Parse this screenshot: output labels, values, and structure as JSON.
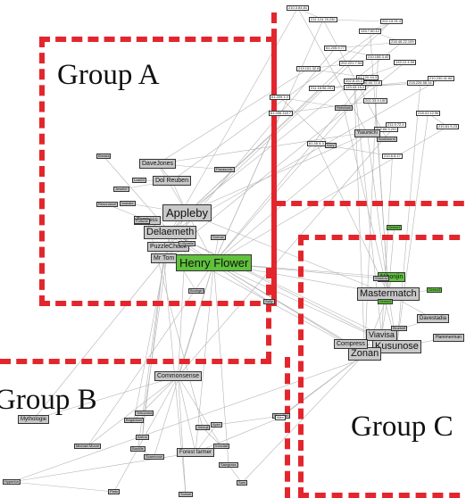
{
  "groups": [
    {
      "label": "Group A"
    },
    {
      "label": "Group B"
    },
    {
      "label": "Group C"
    }
  ],
  "nodes": [
    {
      "id": "appleby",
      "label": "Appleby",
      "style": "gray",
      "size": 7
    },
    {
      "id": "delaemeth",
      "label": "Delaemeth",
      "style": "gray",
      "size": 6
    },
    {
      "id": "henry",
      "label": "Henry Flower",
      "style": "green",
      "size": 7
    },
    {
      "id": "puzzle",
      "label": "PuzzleChuck",
      "style": "gray",
      "size": 4
    },
    {
      "id": "mtom",
      "label": "Mr Tom",
      "style": "gray",
      "size": 4
    },
    {
      "id": "dolreuben",
      "label": "Dol Reuben",
      "style": "gray",
      "size": 4
    },
    {
      "id": "davejones",
      "label": "DaveJones",
      "style": "gray",
      "size": 4
    },
    {
      "id": "tomkess",
      "label": "Tomkess",
      "style": "gray",
      "size": 3
    },
    {
      "id": "mastermatch",
      "label": "Mastermatch",
      "style": "gray",
      "size": 6
    },
    {
      "id": "kusunose",
      "label": "Kusunose",
      "style": "gray",
      "size": 6
    },
    {
      "id": "zonan",
      "label": "Zonan",
      "style": "gray",
      "size": 6
    },
    {
      "id": "viavisa",
      "label": "Viavisa",
      "style": "gray",
      "size": 5
    },
    {
      "id": "compress",
      "label": "Compress",
      "style": "gray",
      "size": 4
    },
    {
      "id": "nihonjin",
      "label": "Nihonjin",
      "style": "green",
      "size": 4
    },
    {
      "id": "davestadia",
      "label": "Davestadia",
      "style": "gray",
      "size": 3
    },
    {
      "id": "hammerman",
      "label": "Hammerman",
      "style": "gray",
      "size": 2
    },
    {
      "id": "commonsense",
      "label": "Commonsense",
      "style": "gray",
      "size": 4
    },
    {
      "id": "mythologie",
      "label": "Mythologie",
      "style": "gray",
      "size": 3
    },
    {
      "id": "forestfarmer",
      "label": "Forest farmer",
      "style": "gray",
      "size": 3
    },
    {
      "id": "n_a1",
      "label": "Breaks",
      "style": "gray",
      "size": 1
    },
    {
      "id": "n_a2",
      "label": "Lost24",
      "style": "gray",
      "size": 1
    },
    {
      "id": "n_a3",
      "label": "Resonance",
      "style": "gray",
      "size": 1
    },
    {
      "id": "n_a4",
      "label": "Panasonic",
      "style": "gray",
      "size": 1
    },
    {
      "id": "n_a5",
      "label": "Jeweler",
      "style": "gray",
      "size": 1
    },
    {
      "id": "n_a6",
      "label": "Iwatake",
      "style": "gray",
      "size": 1
    },
    {
      "id": "n_a7",
      "label": "Fortune",
      "style": "gray",
      "size": 1
    },
    {
      "id": "n_a8",
      "label": "Lillyvelle",
      "style": "gray",
      "size": 1
    },
    {
      "id": "n_a9",
      "label": "Sorrow",
      "style": "gray",
      "size": 1
    },
    {
      "id": "n_a10",
      "label": "Bookgirl",
      "style": "gray",
      "size": 1
    },
    {
      "id": "n_a11",
      "label": "Sally",
      "style": "gray",
      "size": 1
    },
    {
      "id": "n_b1",
      "label": "Brigadoon",
      "style": "gray",
      "size": 1
    },
    {
      "id": "n_b2",
      "label": "Michael Moore",
      "style": "gray",
      "size": 1
    },
    {
      "id": "n_b3",
      "label": "Yokozuna",
      "style": "gray",
      "size": 1
    },
    {
      "id": "n_b4",
      "label": "Arena",
      "style": "gray",
      "size": 1
    },
    {
      "id": "n_b5",
      "label": "Bastille",
      "style": "gray",
      "size": 1
    },
    {
      "id": "n_b6",
      "label": "Scarecrow",
      "style": "gray",
      "size": 1
    },
    {
      "id": "n_b7",
      "label": "Jiniouji",
      "style": "gray",
      "size": 1
    },
    {
      "id": "n_b8",
      "label": "Ironclad",
      "style": "gray",
      "size": 1
    },
    {
      "id": "n_b9",
      "label": "Sawgrass",
      "style": "gray",
      "size": 1
    },
    {
      "id": "n_b10",
      "label": "Sam",
      "style": "gray",
      "size": 1
    },
    {
      "id": "n_b11",
      "label": "Plato",
      "style": "gray",
      "size": 1
    },
    {
      "id": "n_b12",
      "label": "Hyperion",
      "style": "gray",
      "size": 1
    },
    {
      "id": "n_b13",
      "label": "Guardian",
      "style": "gray",
      "size": 1
    },
    {
      "id": "n_b14",
      "label": "Apex",
      "style": "gray",
      "size": 1
    },
    {
      "id": "n_c1",
      "label": "Green1",
      "style": "green",
      "size": 1
    },
    {
      "id": "n_c2",
      "label": "Shadow",
      "style": "gray",
      "size": 1
    },
    {
      "id": "n_c3",
      "label": "Green2",
      "style": "green",
      "size": 1
    },
    {
      "id": "n_c4",
      "label": "Green3",
      "style": "green",
      "size": 1
    },
    {
      "id": "n_c5",
      "label": "Bluebell",
      "style": "gray",
      "size": 1
    },
    {
      "id": "n_t1",
      "label": "210.3.84.81",
      "style": "white",
      "size": 1
    },
    {
      "id": "n_t2",
      "label": "211.124.78.230",
      "style": "white",
      "size": 1
    },
    {
      "id": "n_t3",
      "label": "202.19.91.4",
      "style": "white",
      "size": 1
    },
    {
      "id": "n_t4",
      "label": "133.7.60.12",
      "style": "white",
      "size": 1
    },
    {
      "id": "n_t5",
      "label": "218.45.22.109",
      "style": "white",
      "size": 1
    },
    {
      "id": "n_t6",
      "label": "61.205.9.77",
      "style": "white",
      "size": 1
    },
    {
      "id": "n_t7",
      "label": "210.155.3.40",
      "style": "white",
      "size": 1
    },
    {
      "id": "n_t8",
      "label": "202.221.7.54",
      "style": "white",
      "size": 1
    },
    {
      "id": "n_t9",
      "label": "219.101.32.8",
      "style": "white",
      "size": 1
    },
    {
      "id": "n_t10",
      "label": "61.120.44.3",
      "style": "white",
      "size": 1
    },
    {
      "id": "n_t11",
      "label": "96.40.72.8",
      "style": "white",
      "size": 1
    },
    {
      "id": "n_t12",
      "label": "211.18.96.201",
      "style": "white",
      "size": 1
    },
    {
      "id": "n_t13",
      "label": "218.226.58.14",
      "style": "white",
      "size": 1
    },
    {
      "id": "n_t14",
      "label": "133.43.15.2",
      "style": "white",
      "size": 1
    },
    {
      "id": "n_t15",
      "label": "210.230.41.66",
      "style": "white",
      "size": 1
    },
    {
      "id": "n_t16",
      "label": "202.33.9.150",
      "style": "white",
      "size": 1
    },
    {
      "id": "n_t17",
      "label": "61.206.118.7",
      "style": "white",
      "size": 1
    },
    {
      "id": "n_t18",
      "label": "218.41.12.96",
      "style": "white",
      "size": 1
    },
    {
      "id": "n_t19",
      "label": "210.81.5.23",
      "style": "white",
      "size": 1
    },
    {
      "id": "n_t20",
      "label": "211.9.72.4",
      "style": "white",
      "size": 1
    },
    {
      "id": "n_t21",
      "label": "219.66.3.201",
      "style": "white",
      "size": 1
    },
    {
      "id": "n_t22",
      "label": "Yasumichi",
      "style": "gray",
      "size": 2
    },
    {
      "id": "n_t23",
      "label": "Bookworm",
      "style": "gray",
      "size": 1
    },
    {
      "id": "n_t24",
      "label": "61.45.9.3",
      "style": "white",
      "size": 1
    },
    {
      "id": "n_t25",
      "label": "210.6.8.17",
      "style": "white",
      "size": 1
    },
    {
      "id": "n_t26",
      "label": "133.12.4.99",
      "style": "white",
      "size": 1
    },
    {
      "id": "n_t27",
      "label": "202.8.15.3",
      "style": "white",
      "size": 1
    },
    {
      "id": "n_t28",
      "label": "Ivory",
      "style": "gray",
      "size": 1
    },
    {
      "id": "n_t29",
      "label": "61.209.1.4",
      "style": "white",
      "size": 1
    },
    {
      "id": "n_t30",
      "label": "Rebekah",
      "style": "gray",
      "size": 1
    },
    {
      "id": "n_l1",
      "label": "Sonsei",
      "style": "gray",
      "size": 1
    },
    {
      "id": "n_l2",
      "label": "Alex",
      "style": "white",
      "size": 1
    }
  ],
  "edges": [
    [
      "appleby",
      "delaemeth"
    ],
    [
      "appleby",
      "henry"
    ],
    [
      "appleby",
      "dolreuben"
    ],
    [
      "appleby",
      "davejones"
    ],
    [
      "appleby",
      "tomkess"
    ],
    [
      "appleby",
      "puzzle"
    ],
    [
      "appleby",
      "mastermatch"
    ],
    [
      "appleby",
      "n_t5"
    ],
    [
      "appleby",
      "n_t12"
    ],
    [
      "appleby",
      "n_t22"
    ],
    [
      "appleby",
      "n_a6"
    ],
    [
      "appleby",
      "commonsense"
    ],
    [
      "delaemeth",
      "henry"
    ],
    [
      "delaemeth",
      "puzzle"
    ],
    [
      "delaemeth",
      "kusunose"
    ],
    [
      "delaemeth",
      "n_t8"
    ],
    [
      "delaemeth",
      "n_t15"
    ],
    [
      "delaemeth",
      "n_a1"
    ],
    [
      "delaemeth",
      "n_b1"
    ],
    [
      "delaemeth",
      "viavisa"
    ],
    [
      "henry",
      "mastermatch"
    ],
    [
      "henry",
      "kusunose"
    ],
    [
      "henry",
      "zonan"
    ],
    [
      "henry",
      "mtom"
    ],
    [
      "henry",
      "commonsense"
    ],
    [
      "henry",
      "forestfarmer"
    ],
    [
      "henry",
      "n_t2"
    ],
    [
      "henry",
      "n_t10"
    ],
    [
      "henry",
      "n_t17"
    ],
    [
      "henry",
      "n_t22"
    ],
    [
      "henry",
      "n_b2"
    ],
    [
      "henry",
      "n_b6"
    ],
    [
      "henry",
      "n_b9"
    ],
    [
      "henry",
      "n_c2"
    ],
    [
      "henry",
      "nihonjin"
    ],
    [
      "henry",
      "n_t19"
    ],
    [
      "henry",
      "compress"
    ],
    [
      "puzzle",
      "mtom"
    ],
    [
      "puzzle",
      "n_a8"
    ],
    [
      "puzzle",
      "n_b3"
    ],
    [
      "puzzle",
      "n_t6"
    ],
    [
      "puzzle",
      "zonan"
    ],
    [
      "mtom",
      "mythologie"
    ],
    [
      "mtom",
      "n_b4"
    ],
    [
      "mtom",
      "n_b5"
    ],
    [
      "mtom",
      "n_l1"
    ],
    [
      "mtom",
      "n_t26"
    ],
    [
      "dolreuben",
      "davejones"
    ],
    [
      "dolreuben",
      "n_a2"
    ],
    [
      "dolreuben",
      "n_t3"
    ],
    [
      "dolreuben",
      "n_a5"
    ],
    [
      "davejones",
      "n_t9"
    ],
    [
      "davejones",
      "n_a4"
    ],
    [
      "davejones",
      "n_t21"
    ],
    [
      "tomkess",
      "n_a3"
    ],
    [
      "tomkess",
      "n_a11"
    ],
    [
      "tomkess",
      "n_b7"
    ],
    [
      "mastermatch",
      "kusunose"
    ],
    [
      "mastermatch",
      "zonan"
    ],
    [
      "mastermatch",
      "viavisa"
    ],
    [
      "mastermatch",
      "nihonjin"
    ],
    [
      "mastermatch",
      "davestadia"
    ],
    [
      "mastermatch",
      "n_c1"
    ],
    [
      "mastermatch",
      "n_t22"
    ],
    [
      "mastermatch",
      "n_t24"
    ],
    [
      "mastermatch",
      "n_t4"
    ],
    [
      "mastermatch",
      "n_c4"
    ],
    [
      "kusunose",
      "zonan"
    ],
    [
      "kusunose",
      "viavisa"
    ],
    [
      "kusunose",
      "hammerman"
    ],
    [
      "kusunose",
      "compress"
    ],
    [
      "kusunose",
      "n_t13"
    ],
    [
      "kusunose",
      "n_b12"
    ],
    [
      "kusunose",
      "n_c3"
    ],
    [
      "zonan",
      "compress"
    ],
    [
      "zonan",
      "n_b10"
    ],
    [
      "zonan",
      "n_b13"
    ],
    [
      "zonan",
      "n_t7"
    ],
    [
      "viavisa",
      "davestadia"
    ],
    [
      "viavisa",
      "n_t14"
    ],
    [
      "viavisa",
      "n_c5"
    ],
    [
      "commonsense",
      "forestfarmer"
    ],
    [
      "commonsense",
      "mythologie"
    ],
    [
      "commonsense",
      "n_b1"
    ],
    [
      "commonsense",
      "n_b2"
    ],
    [
      "commonsense",
      "n_b8"
    ],
    [
      "commonsense",
      "n_b11"
    ],
    [
      "commonsense",
      "n_t20"
    ],
    [
      "forestfarmer",
      "n_b14"
    ],
    [
      "forestfarmer",
      "n_b12"
    ],
    [
      "forestfarmer",
      "n_l2"
    ],
    [
      "n_t1",
      "n_t2"
    ],
    [
      "n_t2",
      "n_t3"
    ],
    [
      "n_t3",
      "n_t4"
    ],
    [
      "n_t4",
      "n_t5"
    ],
    [
      "n_t5",
      "n_t6"
    ],
    [
      "n_t6",
      "n_t7"
    ],
    [
      "n_t7",
      "n_t8"
    ],
    [
      "n_t8",
      "n_t9"
    ],
    [
      "n_t9",
      "n_t10"
    ],
    [
      "n_t10",
      "n_t11"
    ],
    [
      "n_t11",
      "n_t12"
    ],
    [
      "n_t12",
      "n_t13"
    ],
    [
      "n_t13",
      "n_t14"
    ],
    [
      "n_t14",
      "n_t15"
    ],
    [
      "n_t16",
      "n_t17"
    ],
    [
      "n_t18",
      "n_t19"
    ],
    [
      "n_t20",
      "n_t21"
    ],
    [
      "n_t22",
      "n_t23"
    ],
    [
      "n_t24",
      "n_t25"
    ],
    [
      "n_t26",
      "n_t27"
    ],
    [
      "n_t28",
      "n_t29"
    ],
    [
      "n_t29",
      "n_t30"
    ],
    [
      "n_t1",
      "n_t22"
    ],
    [
      "n_t2",
      "n_t23"
    ],
    [
      "n_t16",
      "mastermatch"
    ],
    [
      "n_t18",
      "kusunose"
    ],
    [
      "n_t25",
      "viavisa"
    ],
    [
      "n_t27",
      "zonan"
    ],
    [
      "n_t30",
      "mastermatch"
    ],
    [
      "n_t11",
      "henry"
    ],
    [
      "n_t1",
      "delaemeth"
    ],
    [
      "n_t3",
      "appleby"
    ],
    [
      "n_a7",
      "appleby"
    ],
    [
      "n_a9",
      "henry"
    ],
    [
      "n_a10",
      "puzzle"
    ],
    [
      "n_l1",
      "commonsense"
    ],
    [
      "n_l2",
      "zonan"
    ],
    [
      "n_b3",
      "n_b4"
    ],
    [
      "n_b5",
      "n_b6"
    ],
    [
      "n_b7",
      "n_b8"
    ],
    [
      "n_b9",
      "n_b10"
    ],
    [
      "n_b11",
      "n_b12"
    ],
    [
      "n_b13",
      "n_b14"
    ]
  ]
}
